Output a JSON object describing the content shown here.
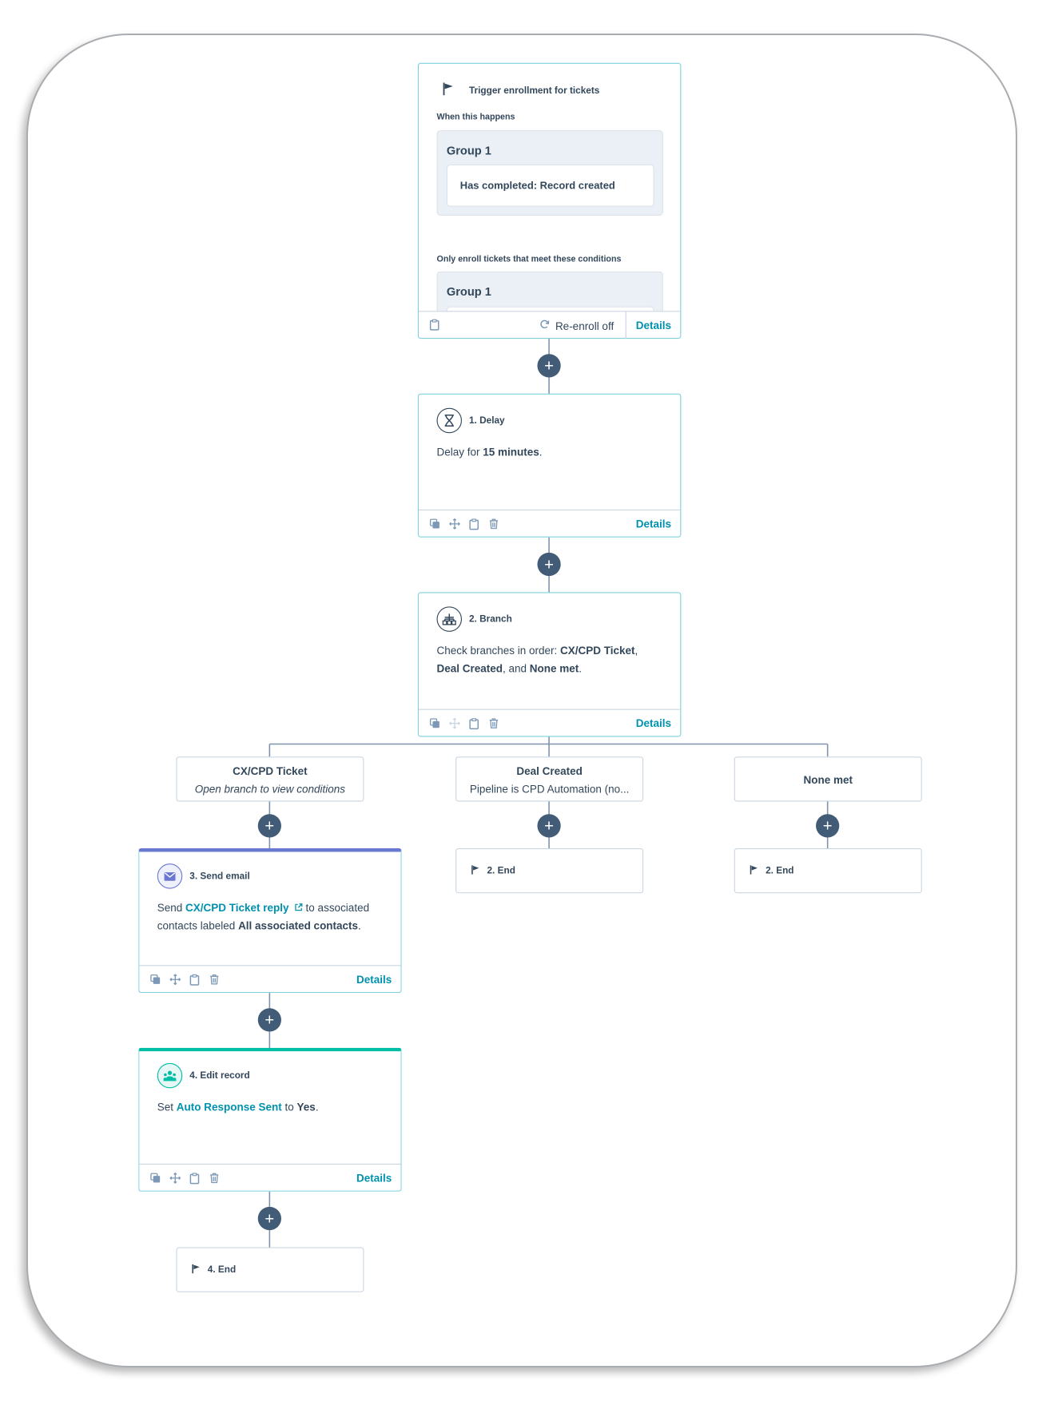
{
  "trigger": {
    "title": "Trigger enrollment for tickets",
    "when_label": "When this happens",
    "group1_title": "Group 1",
    "group1_condition": "Has completed: Record created",
    "only_label": "Only enroll tickets that meet these conditions",
    "group2_title": "Group 1",
    "reenroll": "Re-enroll off",
    "details": "Details"
  },
  "plus_symbol": "+",
  "delay": {
    "title": "1. Delay",
    "text_prefix": "Delay for ",
    "text_bold": "15 minutes",
    "text_suffix": ".",
    "details": "Details"
  },
  "branch": {
    "title": "2. Branch",
    "text_prefix": "Check branches in order: ",
    "b1": "CX/CPD Ticket",
    "sep1": ",",
    "b2": "Deal Created",
    "sep2": ", and ",
    "b3": "None met",
    "suffix": ".",
    "details": "Details"
  },
  "branches": [
    {
      "name": "CX/CPD Ticket",
      "sub": "Open branch to view conditions"
    },
    {
      "name": "Deal Created",
      "sub": "Pipeline is CPD Automation (no..."
    },
    {
      "name": "None met",
      "sub": ""
    }
  ],
  "send_email": {
    "title": "3. Send email",
    "prefix": "Send ",
    "link": "CX/CPD Ticket reply",
    "middle": " to associated",
    "line2_prefix": "contacts labeled ",
    "line2_bold": "All associated contacts",
    "line2_suffix": ".",
    "details": "Details"
  },
  "edit_record": {
    "title": "4. Edit record",
    "prefix": "Set ",
    "link": "Auto Response Sent",
    "middle": " to ",
    "bold": "Yes",
    "suffix": ".",
    "details": "Details"
  },
  "ends": {
    "deal": "2. End",
    "none": "2. End",
    "final": "4. End"
  },
  "colors": {
    "card_border": "#7fd1de",
    "link": "#0091ae",
    "plus_bg": "#425b76",
    "connector": "#7f93a8",
    "email_accent": "#6a78d1",
    "edit_accent": "#00bda5"
  },
  "icons": [
    "flag-icon",
    "hourglass-icon",
    "branch-icon",
    "envelope-icon",
    "people-icon",
    "copy-icon",
    "move-icon",
    "clipboard-icon",
    "trash-icon",
    "refresh-icon",
    "external-link-icon"
  ]
}
